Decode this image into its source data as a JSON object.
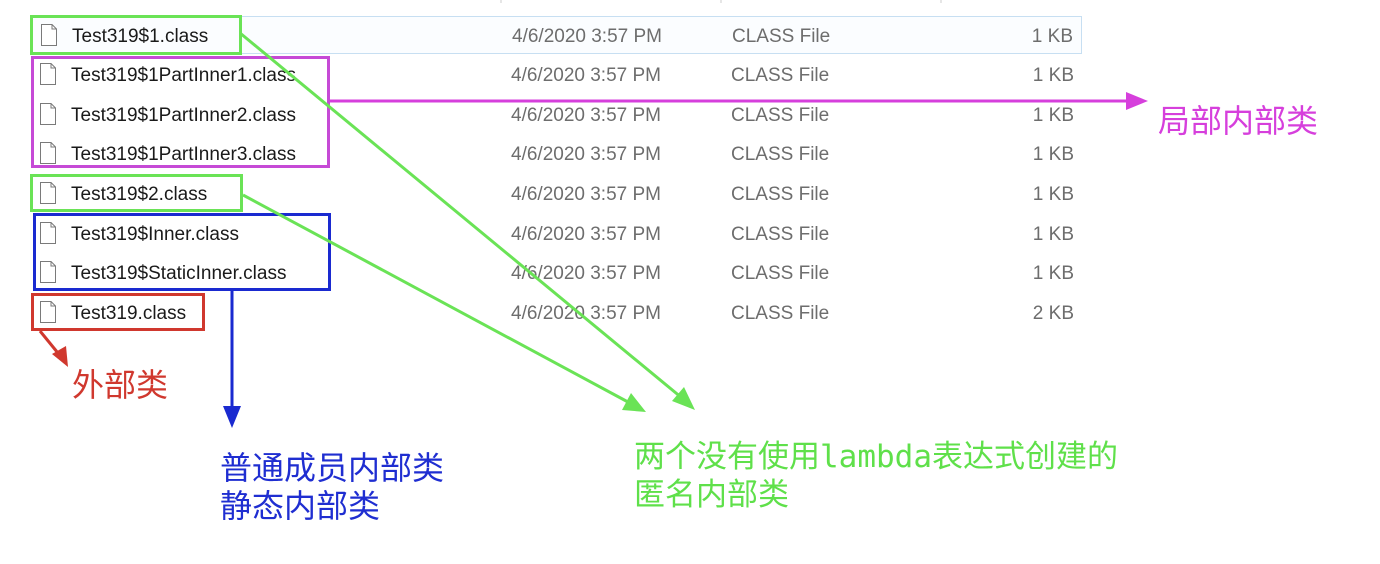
{
  "files": [
    {
      "name": "Test319$1.class",
      "date": "4/6/2020 3:57 PM",
      "type": "CLASS File",
      "size": "1 KB",
      "icon": "file-icon"
    },
    {
      "name": "Test319$1PartInner1.class",
      "date": "4/6/2020 3:57 PM",
      "type": "CLASS File",
      "size": "1 KB",
      "icon": "file-icon"
    },
    {
      "name": "Test319$1PartInner2.class",
      "date": "4/6/2020 3:57 PM",
      "type": "CLASS File",
      "size": "1 KB",
      "icon": "file-icon"
    },
    {
      "name": "Test319$1PartInner3.class",
      "date": "4/6/2020 3:57 PM",
      "type": "CLASS File",
      "size": "1 KB",
      "icon": "file-icon"
    },
    {
      "name": "Test319$2.class",
      "date": "4/6/2020 3:57 PM",
      "type": "CLASS File",
      "size": "1 KB",
      "icon": "file-icon"
    },
    {
      "name": "Test319$Inner.class",
      "date": "4/6/2020 3:57 PM",
      "type": "CLASS File",
      "size": "1 KB",
      "icon": "file-icon"
    },
    {
      "name": "Test319$StaticInner.class",
      "date": "4/6/2020 3:57 PM",
      "type": "CLASS File",
      "size": "1 KB",
      "icon": "file-icon"
    },
    {
      "name": "Test319.class",
      "date": "4/6/2020 3:57 PM",
      "type": "CLASS File",
      "size": "2 KB",
      "icon": "file-icon"
    }
  ],
  "annotations": {
    "local_inner": {
      "text": "局部内部类",
      "color": "#d63fdc"
    },
    "outer": {
      "text": "外部类",
      "color": "#d0382e"
    },
    "member_static": {
      "line1": "普通成员内部类",
      "line2": "静态内部类",
      "color": "#1f2ed1"
    },
    "anonymous": {
      "line1": "两个没有使用lambda表达式创建的",
      "line2": "匿名内部类",
      "color": "#5fe04a"
    }
  }
}
